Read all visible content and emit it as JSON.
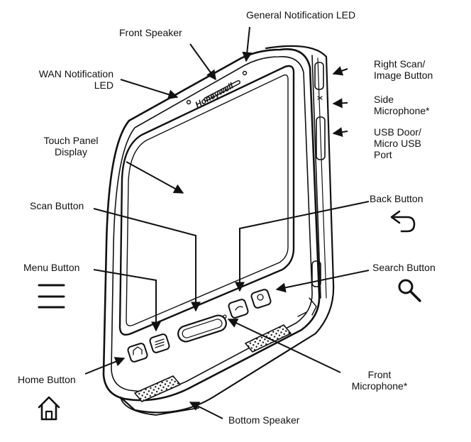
{
  "brand": "Honeywell",
  "labels": {
    "general_led": [
      "General Notification LED"
    ],
    "front_speaker": [
      "Front Speaker"
    ],
    "wan_led": [
      "WAN Notification",
      "LED"
    ],
    "right_scan": [
      "Right Scan/",
      "Image Button"
    ],
    "side_mic": [
      "Side",
      "Microphone*"
    ],
    "usb": [
      "USB Door/",
      "Micro USB",
      "Port"
    ],
    "touch_panel": [
      "Touch Panel",
      "Display"
    ],
    "scan_button": [
      "Scan Button"
    ],
    "back_button": [
      "Back Button"
    ],
    "menu_button": [
      "Menu Button"
    ],
    "search_button": [
      "Search Button"
    ],
    "home_button": [
      "Home Button"
    ],
    "front_mic": [
      "Front",
      "Microphone*"
    ],
    "bottom_speaker": [
      "Bottom Speaker"
    ]
  },
  "icons": [
    "back-arrow-icon",
    "menu-icon",
    "search-icon",
    "home-icon"
  ],
  "colors": {
    "line": "#111111",
    "background": "#ffffff"
  }
}
